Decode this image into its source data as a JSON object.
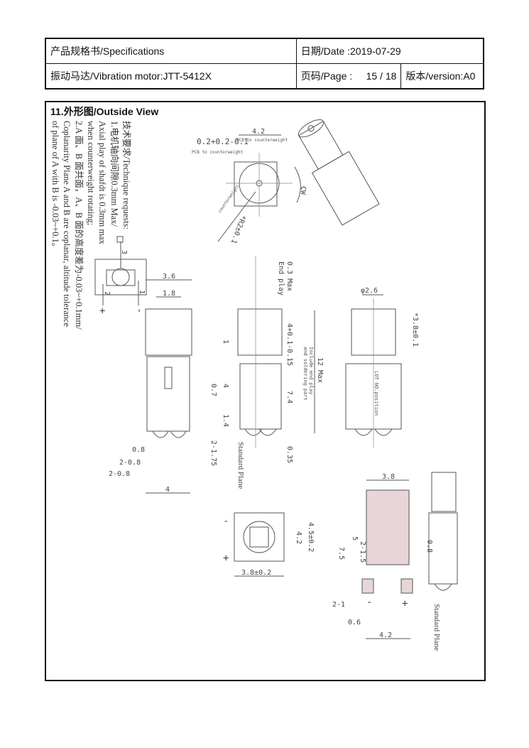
{
  "header": {
    "title": "产品规格书/Specifications",
    "date": "日期/Date :2019-07-29",
    "product": "振动马达/Vibration motor:JTT-5412X",
    "page": "页码/Page :     15 / 18",
    "version": "版本/version:A0"
  },
  "section_title": "11.外形图/Outside View",
  "notes": [
    "技术要求/Technique requests:",
    "1.电机轴向间隙0.3mm Max/",
    "Axial play of shafdt is 0.3mm max",
    "when counterweight rotating;",
    "2.A 面、B 面共面，A、B 面的高度差为-0.03~+0.1mm/",
    "Coplanarity Plane A and B are coplanar, altitude tolerance",
    "of plane of A with B is -0.03~+0.1。"
  ],
  "circuit": {
    "pin3": "3",
    "pin1": "1",
    "pin2": "2",
    "plus": "+",
    "minus": "-"
  },
  "top_view": {
    "gap": "0.2+0.2-0.1",
    "pcb_note": "PCB to counterweight",
    "width": "4.2",
    "radius": "*R2±0.1",
    "radius_note": "counterweight",
    "rotation": "CW"
  },
  "left_view": {
    "d1": "3.6",
    "d2": "1.8",
    "d3": "0.8",
    "d4": "2-0.8",
    "d5": "2-0.8",
    "d6": "4"
  },
  "side_view": {
    "end_play": "0.3 Max",
    "end_play_label": "End play",
    "cw_len": "4+0.1-0.15",
    "total": "12 Max",
    "total_note1": "Include end play",
    "total_note2": "and soldering part",
    "body": "7.4",
    "d1": "1",
    "d4": "4",
    "d07": "0.7",
    "d14": "1.4",
    "d175": "2-1.75",
    "d035": "0.35",
    "standard_plane": "Standard Plane"
  },
  "front_view": {
    "diameter": "φ2.6",
    "cw_dia": "*3.8±0.1",
    "lot": "LOT NO.position"
  },
  "bottom_view": {
    "h": "4.5±0.2",
    "h2": "4.2",
    "w": "3.8±0.2",
    "minus": "-",
    "plus": "+"
  },
  "footprint": {
    "w": "3.8",
    "h5": "5",
    "pad": "2-1.5",
    "h75": "7.5",
    "pad2": "2-1",
    "gap": "0.6",
    "pitch": "4.2",
    "minus": "-",
    "plus": "+",
    "d08": "0.8",
    "standard_plane": "Standard Plane"
  }
}
